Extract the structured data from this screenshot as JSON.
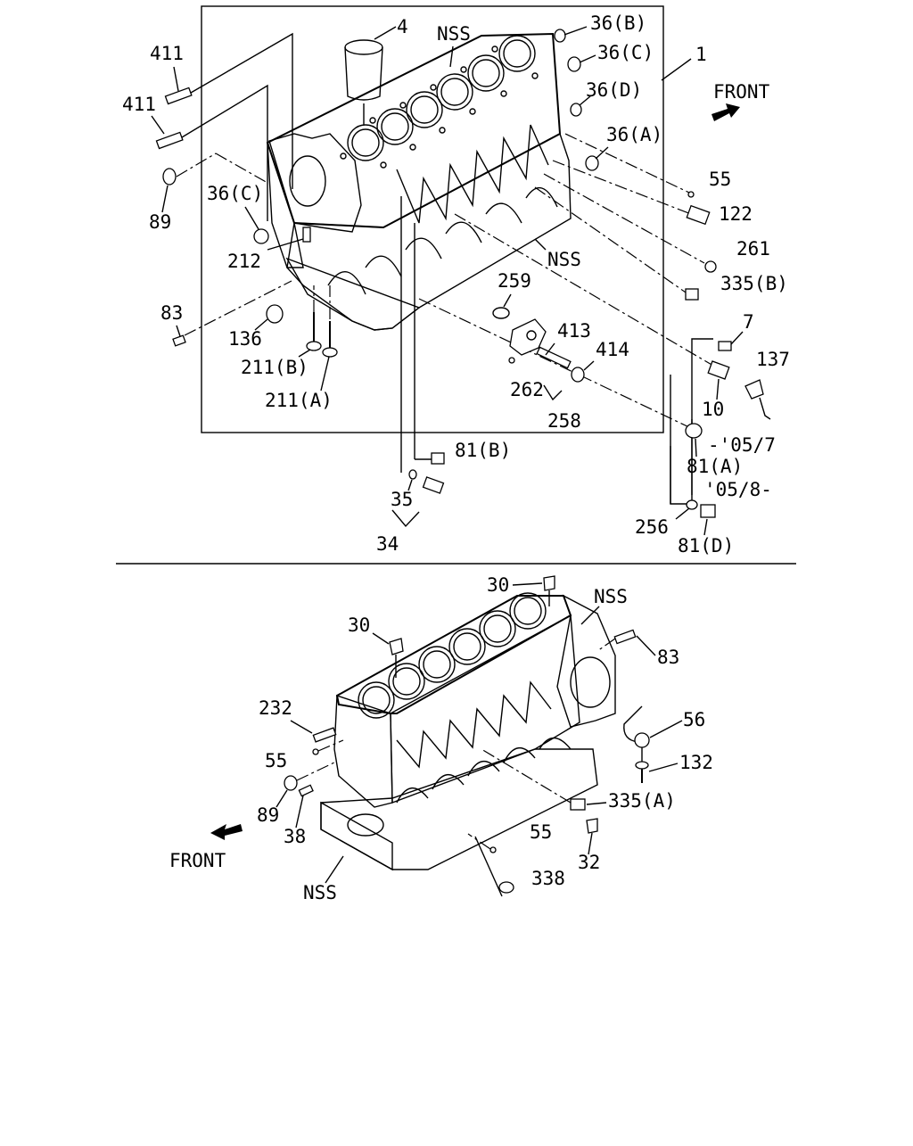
{
  "labels": {
    "p1": "1",
    "p4": "4",
    "nss_top": "NSS",
    "nss_mid": "NSS",
    "p36b": "36(B)",
    "p36c_r": "36(C)",
    "p36d": "36(D)",
    "p36a": "36(A)",
    "p411_a": "411",
    "p411_b": "411",
    "p89_top": "89",
    "p36c_l": "36(C)",
    "p212": "212",
    "p83_top": "83",
    "p136": "136",
    "p211b": "211(B)",
    "p211a": "211(A)",
    "p55_top": "55",
    "p122": "122",
    "p261": "261",
    "p335b": "335(B)",
    "p259": "259",
    "p413": "413",
    "p414": "414",
    "p262": "262",
    "p258": "258",
    "p7": "7",
    "p137": "137",
    "p10": "10",
    "p81a": "81(A)",
    "date_to": "-'05/7",
    "date_from": "'05/8-",
    "p81b": "81(B)",
    "p35": "35",
    "p34": "34",
    "p256": "256",
    "p81d": "81(D)",
    "front_top": "FRONT",
    "p30_a": "30",
    "p30_b": "30",
    "nss_bl": "NSS",
    "p83_bot": "83",
    "p232": "232",
    "p56": "56",
    "p55_bl": "55",
    "p132": "132",
    "p89_bot": "89",
    "p335a": "335(A)",
    "p38": "38",
    "p55_bc": "55",
    "p32": "32",
    "nss_bb": "NSS",
    "p338": "338",
    "front_bot": "FRONT"
  }
}
